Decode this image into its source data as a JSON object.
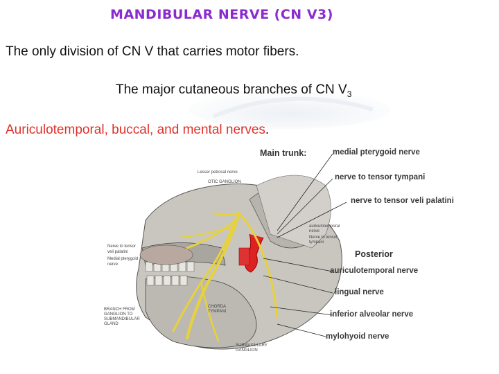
{
  "slide": {
    "title": "MANDIBULAR NERVE (CN V3)",
    "line1": "The only division of CN V that carries motor fibers.",
    "line2_main": "The major cutaneous branches of CN V",
    "line2_sub": "3",
    "line3_red": "Auriculotemporal, buccal, and mental nerves",
    "line3_dot": "."
  },
  "figure": {
    "main_trunk": "Main trunk:",
    "posterior": "Posterior",
    "labels": {
      "medial_pterygoid": "medial pterygoid nerve",
      "tensor_tympani": "nerve to tensor tympani",
      "tensor_veli": "nerve to tensor veli palatini",
      "auriculotemporal": "auriculotemporal nerve",
      "lingual": "lingual nerve",
      "inferior_alveolar": "inferior alveolar nerve",
      "mylohyoid": "mylohyoid nerve"
    },
    "small_labels": {
      "lesser_petrosal": "Lesser petrosal nerve",
      "otic_ganglion": "OTIC GANGLION",
      "nerve_tensor_left": "Nerve to tensor",
      "veli_palatini": "veli palatini",
      "medial_pterygoid_left": "Medial pterygoid",
      "nerve_left": "nerve",
      "branch_ganglion": "BRANCH FROM",
      "ganglion_to": "GANGLION TO",
      "submandibular": "SUBMANDIBULAR",
      "gland": "GLAND",
      "chorda": "CHORDA",
      "tympani": "TYMPANI",
      "auriculotemporal_small": "auriculotemporal",
      "nerve_small": "nerve",
      "nerve_to_tensor_small": "Nerve to tensor",
      "tympani_small": "tympani",
      "submaxillary": "SUBMAXILLARY",
      "ganglion": "GANGLION"
    }
  }
}
